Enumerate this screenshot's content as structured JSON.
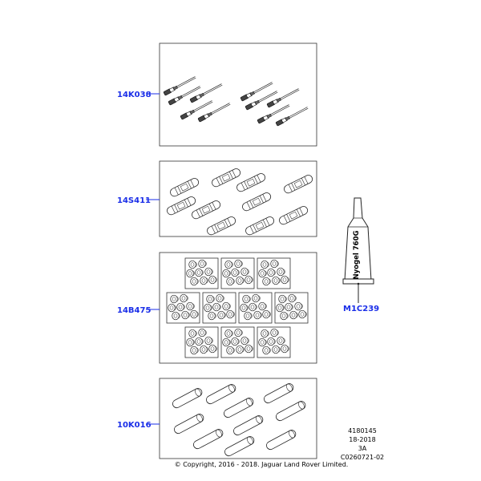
{
  "callouts": {
    "terminals": "14K038",
    "splices": "14S411",
    "seals": "14B475",
    "sleeves": "10K016",
    "grease": "M1C239"
  },
  "tube_label": "Nyogel 760G",
  "reference": {
    "line1": "4180145",
    "line2": "18-2018",
    "line3": "3A",
    "line4": "C0260721-02"
  },
  "copyright": "© Copyright, 2016 - 2018. Jaguar Land Rover Limited."
}
